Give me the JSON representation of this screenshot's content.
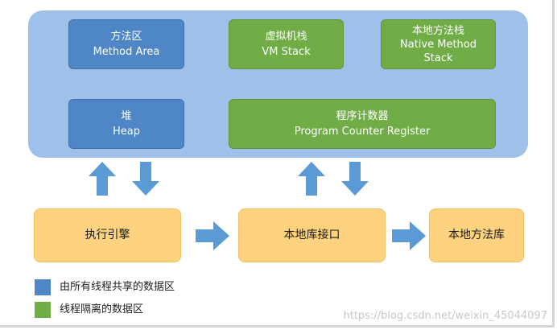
{
  "runtime_areas": {
    "method_area": {
      "zh": "方法区",
      "en": "Method Area"
    },
    "vm_stack": {
      "zh": "虚拟机栈",
      "en": "VM Stack"
    },
    "native_stack": {
      "zh": "本地方法栈",
      "en1": "Native Method",
      "en2": "Stack"
    },
    "heap": {
      "zh": "堆",
      "en": "Heap"
    },
    "pc_register": {
      "zh": "程序计数器",
      "en": "Program Counter Register"
    }
  },
  "components": {
    "execution_engine": "执行引擎",
    "native_interface": "本地库接口",
    "native_library": "本地方法库"
  },
  "legend": {
    "shared": {
      "label": "由所有线程共享的数据区",
      "color": "#4f86c6"
    },
    "isolated": {
      "label": "线程隔离的数据区",
      "color": "#70ad47"
    }
  },
  "watermark": "https://blog.csdn.net/weixin_45044097",
  "colors": {
    "container": "#9fc0e8",
    "shared": "#4f86c6",
    "isolated": "#70ad47",
    "component": "#ffd27f",
    "arrow": "#5b9bd5"
  }
}
